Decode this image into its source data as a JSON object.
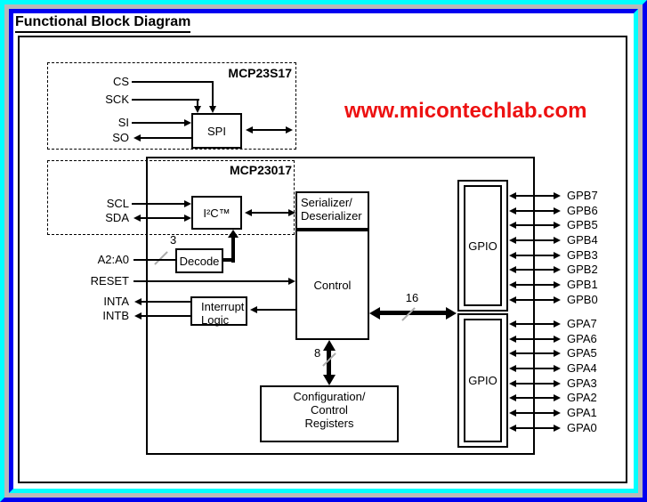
{
  "title": "Functional Block Diagram",
  "watermark": {
    "text": "www.micontechlab.com",
    "color": "#ed1111"
  },
  "frame_colors": {
    "cyan": "#00ffff",
    "gray": "#b9b9b9",
    "blue": "#0000f0"
  },
  "sections": {
    "spi": {
      "name": "MCP23S17",
      "block": "SPI"
    },
    "i2c": {
      "name": "MCP23017",
      "block": "I²C™"
    }
  },
  "signals": {
    "cs": "CS",
    "sck": "SCK",
    "si": "SI",
    "so": "SO",
    "scl": "SCL",
    "sda": "SDA",
    "a2a0": "A2:A0",
    "reset": "RESET",
    "inta": "INTA",
    "intb": "INTB"
  },
  "blocks": {
    "serializer": [
      "Serializer/",
      "Deserializer"
    ],
    "control": "Control",
    "decode": "Decode",
    "interrupt": [
      "Interrupt",
      "Logic"
    ],
    "config": [
      "Configuration/",
      "Control",
      "Registers"
    ],
    "gpio": "GPIO"
  },
  "bus_widths": {
    "address": "3",
    "data": "16",
    "register": "8"
  },
  "pins": {
    "gpb": [
      "GPB7",
      "GPB6",
      "GPB5",
      "GPB4",
      "GPB3",
      "GPB2",
      "GPB1",
      "GPB0"
    ],
    "gpa": [
      "GPA7",
      "GPA6",
      "GPA5",
      "GPA4",
      "GPA3",
      "GPA2",
      "GPA1",
      "GPA0"
    ]
  }
}
